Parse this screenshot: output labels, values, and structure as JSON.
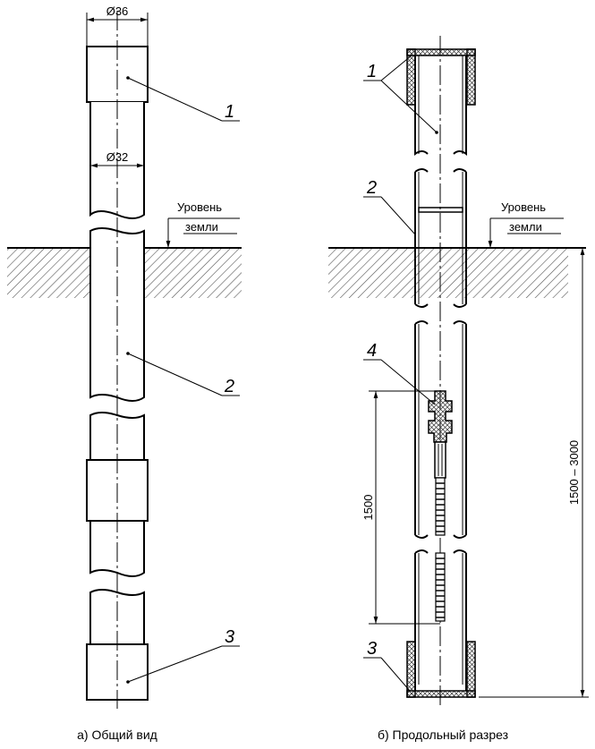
{
  "diagram": {
    "view_a": {
      "caption": "а) Общий вид",
      "dimension_outer": "Ø36",
      "dimension_inner": "Ø32",
      "ground_label_line1": "Уровень",
      "ground_label_line2": "земли",
      "callouts": [
        "1",
        "2",
        "3"
      ]
    },
    "view_b": {
      "caption": "б) Продольный разрез",
      "ground_label_line1": "Уровень",
      "ground_label_line2": "земли",
      "dimension_vertical_short": "1500",
      "dimension_vertical_long": "1500 – 3000",
      "callouts": [
        "1",
        "2",
        "3",
        "4"
      ]
    }
  }
}
